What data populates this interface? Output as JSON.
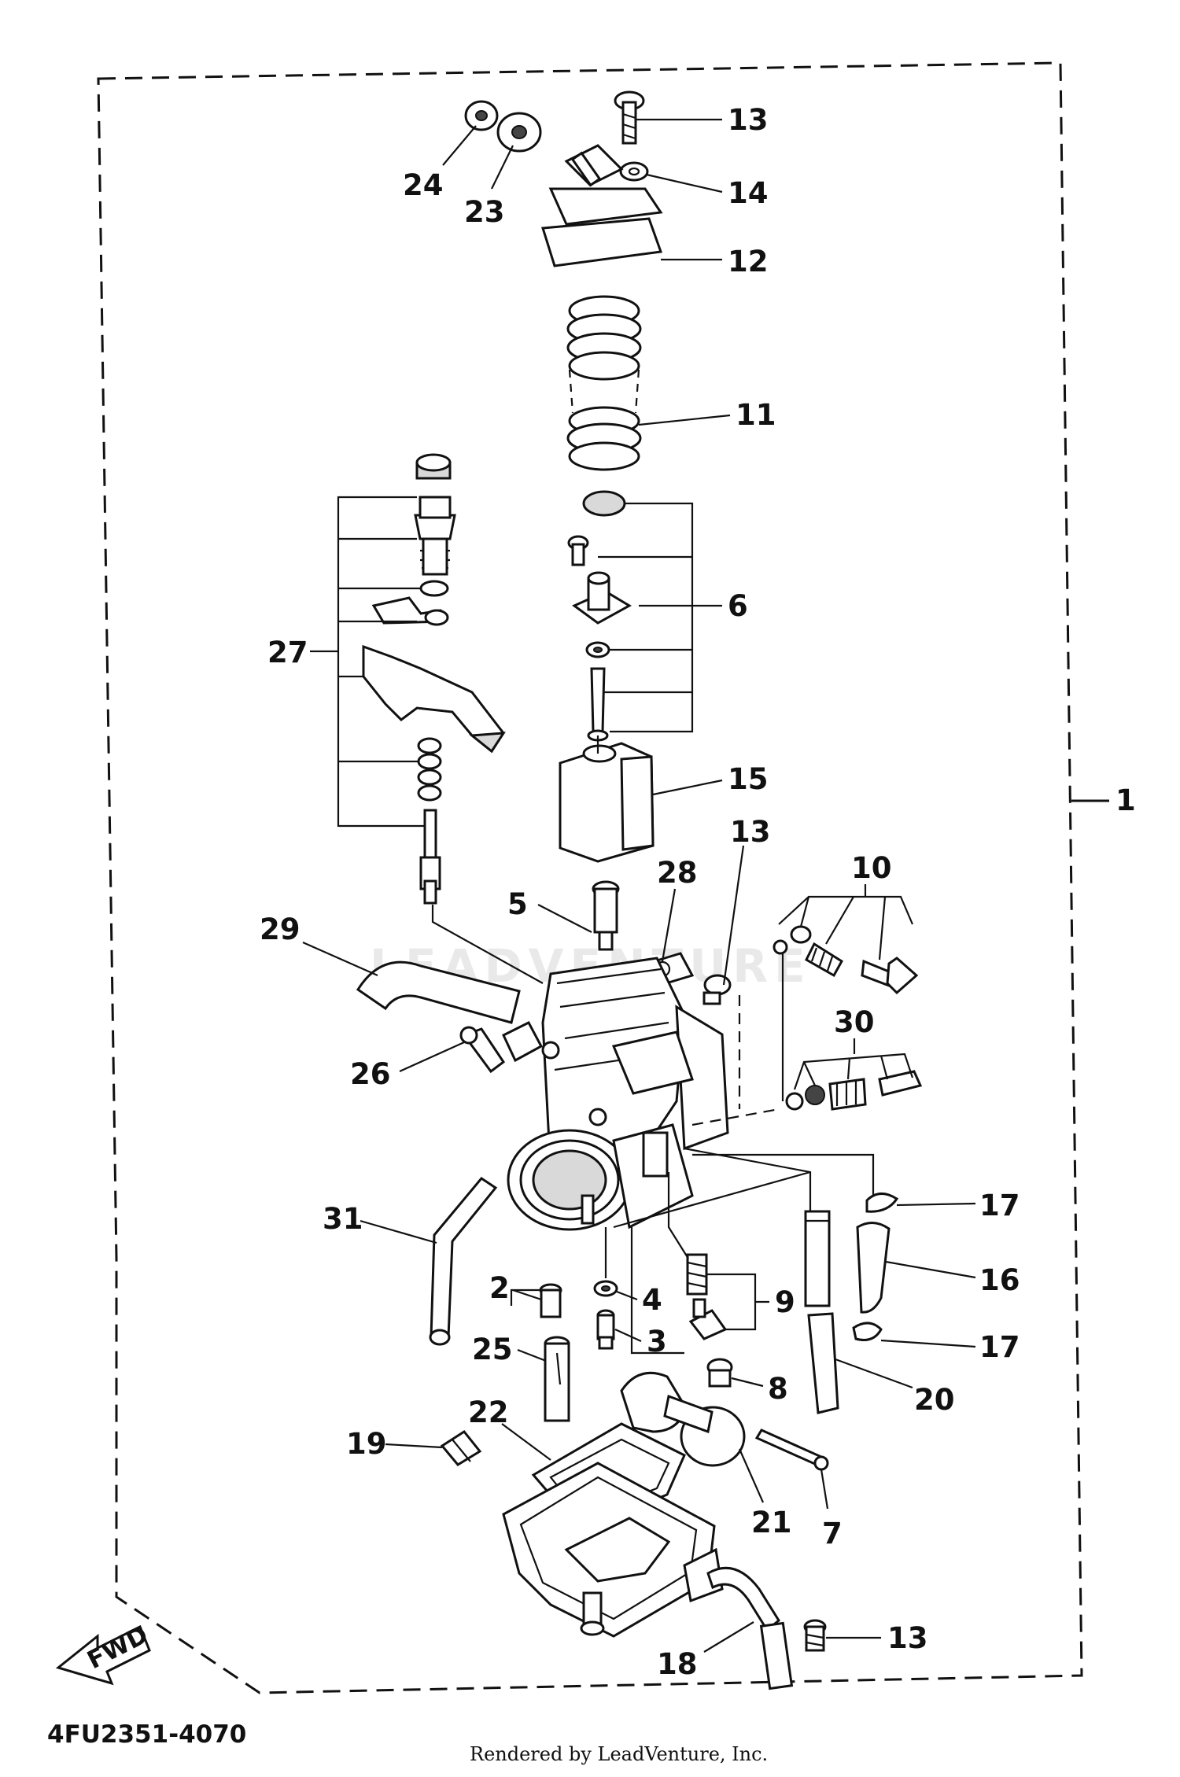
{
  "diagram": {
    "assembly_ref": "1",
    "diagram_code": "4FU2351-4070",
    "credit": "Rendered by LeadVenture, Inc.",
    "watermark": "LEADVENTURE",
    "fwd_label": "FWD",
    "callouts": [
      {
        "id": "c24",
        "text": "24"
      },
      {
        "id": "c23",
        "text": "23"
      },
      {
        "id": "c13a",
        "text": "13"
      },
      {
        "id": "c14",
        "text": "14"
      },
      {
        "id": "c12",
        "text": "12"
      },
      {
        "id": "c11",
        "text": "11"
      },
      {
        "id": "c6",
        "text": "6"
      },
      {
        "id": "c27",
        "text": "27"
      },
      {
        "id": "c15",
        "text": "15"
      },
      {
        "id": "c13b",
        "text": "13"
      },
      {
        "id": "c28",
        "text": "28"
      },
      {
        "id": "c5",
        "text": "5"
      },
      {
        "id": "c10",
        "text": "10"
      },
      {
        "id": "c29",
        "text": "29"
      },
      {
        "id": "c30",
        "text": "30"
      },
      {
        "id": "c26",
        "text": "26"
      },
      {
        "id": "c31",
        "text": "31"
      },
      {
        "id": "c17a",
        "text": "17"
      },
      {
        "id": "c16",
        "text": "16"
      },
      {
        "id": "c2",
        "text": "2"
      },
      {
        "id": "c4",
        "text": "4"
      },
      {
        "id": "c9",
        "text": "9"
      },
      {
        "id": "c3",
        "text": "3"
      },
      {
        "id": "c17b",
        "text": "17"
      },
      {
        "id": "c25",
        "text": "25"
      },
      {
        "id": "c8",
        "text": "8"
      },
      {
        "id": "c20",
        "text": "20"
      },
      {
        "id": "c22",
        "text": "22"
      },
      {
        "id": "c19",
        "text": "19"
      },
      {
        "id": "c21",
        "text": "21"
      },
      {
        "id": "c7",
        "text": "7"
      },
      {
        "id": "c13c",
        "text": "13"
      },
      {
        "id": "c18",
        "text": "18"
      }
    ]
  }
}
